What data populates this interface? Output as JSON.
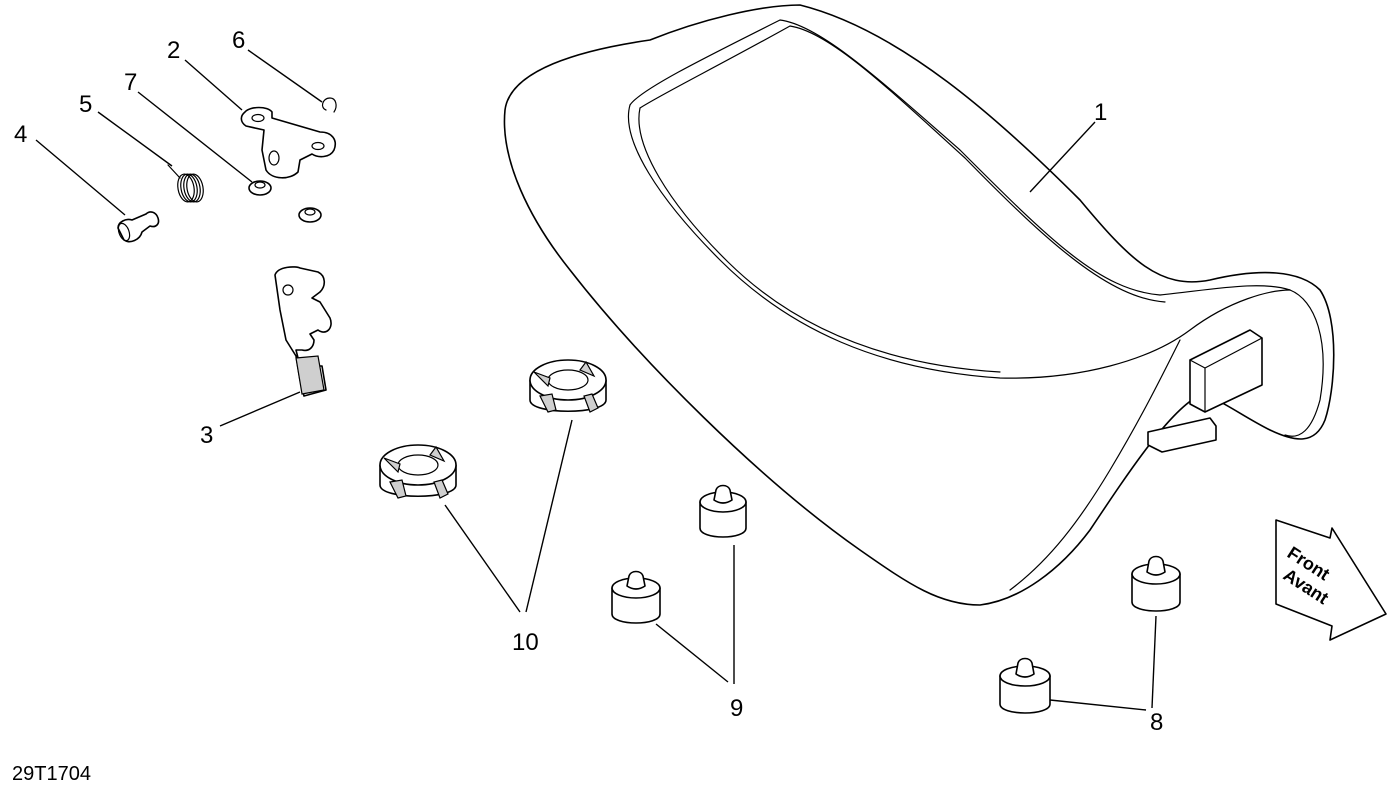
{
  "figure_code": "29T1704",
  "callouts": {
    "c1": "1",
    "c2": "2",
    "c3": "3",
    "c4": "4",
    "c5": "5",
    "c6": "6",
    "c7": "7",
    "c8": "8",
    "c9": "9",
    "c10": "10"
  },
  "front_arrow": {
    "line1": "Front",
    "line2": "Avant"
  }
}
